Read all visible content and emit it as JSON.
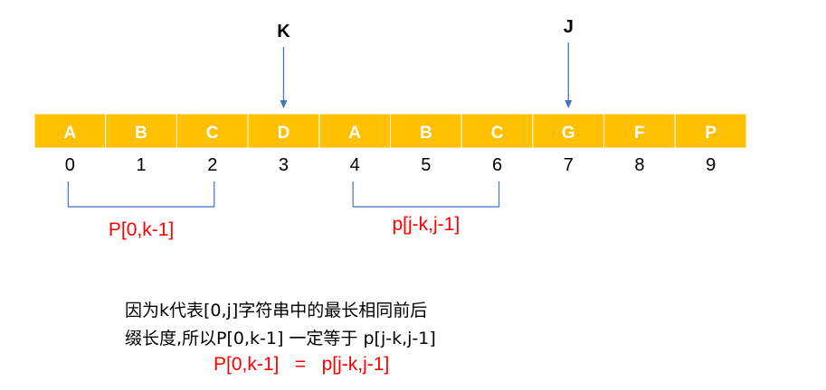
{
  "array": {
    "letters": [
      "A",
      "B",
      "C",
      "D",
      "A",
      "B",
      "C",
      "G",
      "F",
      "P"
    ],
    "indices": [
      "0",
      "1",
      "2",
      "3",
      "4",
      "5",
      "6",
      "7",
      "8",
      "9"
    ]
  },
  "pointers": {
    "k": {
      "label": "K",
      "index": 3
    },
    "j": {
      "label": "J",
      "index": 7
    }
  },
  "brackets": {
    "left": {
      "label": "P[0,k-1]",
      "from": 0,
      "to": 2
    },
    "right": {
      "label": "p[j-k,j-1]",
      "from": 4,
      "to": 6
    }
  },
  "notes": {
    "line1": "因为k代表[0,j]字符串中的最长相同前后",
    "line2": "缀长度,所以P[0,k-1] 一定等于 p[j-k,j-1]",
    "line3": "P[0,k-1]   =   p[j-k,j-1]"
  },
  "colors": {
    "cell_fill": "#FFC000",
    "cell_border": "#ffffff",
    "cell_text": "#ffffff",
    "arrow": "#4472C4",
    "bracket": "#4472C4",
    "highlight": "#FF0000"
  }
}
